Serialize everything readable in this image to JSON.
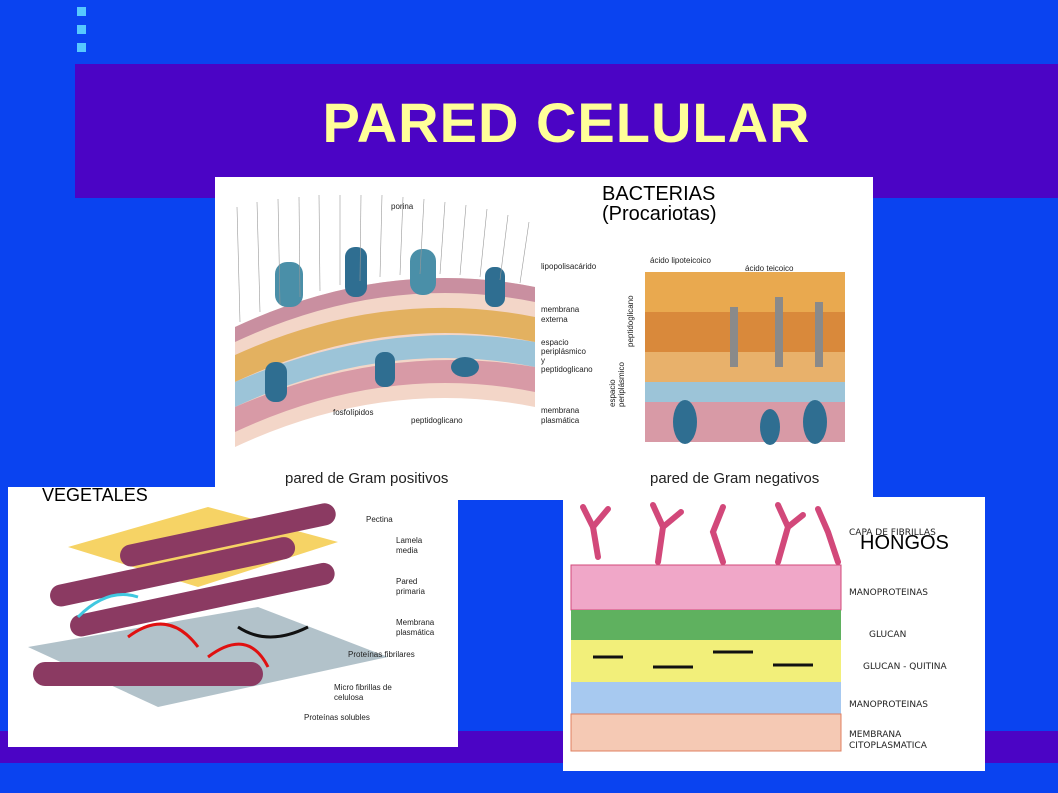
{
  "title": "PARED CELULAR",
  "colors": {
    "background": "#0a43f0",
    "band": "#4b04c5",
    "title": "#ffff99",
    "decor_squares": "#56c8ff"
  },
  "bacteria": {
    "label_line1": "BACTERIAS",
    "label_line2": "(Procariotas)",
    "annotations": {
      "porina": "porina",
      "lipopolisacarido": "lipopolisacárido",
      "membrana_externa": [
        "membrana",
        "externa"
      ],
      "espacio": [
        "espacio",
        "periplásmico",
        "y",
        "peptidoglicano"
      ],
      "membrana_plasmatica": [
        "membrana",
        "plasmática"
      ],
      "fosfolipidos": "fosfolípidos",
      "peptidoglicano": "peptidoglicano",
      "acido_lipoteicoico": "ácido lipoteicoico",
      "acido_teicoico": "ácido teicoico",
      "peptidoglicano_vertical": "peptidoglicano",
      "espacio_vertical": [
        "espacio",
        "periplásmico"
      ]
    },
    "caption_left": "pared de Gram positivos",
    "caption_right": "pared de Gram negativos"
  },
  "plants": {
    "label": "VEGETALES",
    "annotations": {
      "pectina": "Pectina",
      "lamela": [
        "Lamela",
        "media"
      ],
      "pared": [
        "Pared",
        "primaria"
      ],
      "membrana": [
        "Membrana",
        "plasmática"
      ],
      "proteinas_fibrilares": "Proteínas fibrilares",
      "microfibrillas": [
        "Micro fibrillas de",
        "celulosa"
      ],
      "proteinas_solubles": "Proteínas solubles"
    }
  },
  "fungi": {
    "label": "HONGOS",
    "annotations": {
      "capa": "CAPA DE FIBRILLAS",
      "manoproteinas_1": "MANOPROTEINAS",
      "glucan": "GLUCAN",
      "glucan_quitina": "GLUCAN - QUITINA",
      "manoproteinas_2": "MANOPROTEINAS",
      "membrana": [
        "MEMBRANA",
        "CITOPLASMATICA"
      ]
    }
  }
}
